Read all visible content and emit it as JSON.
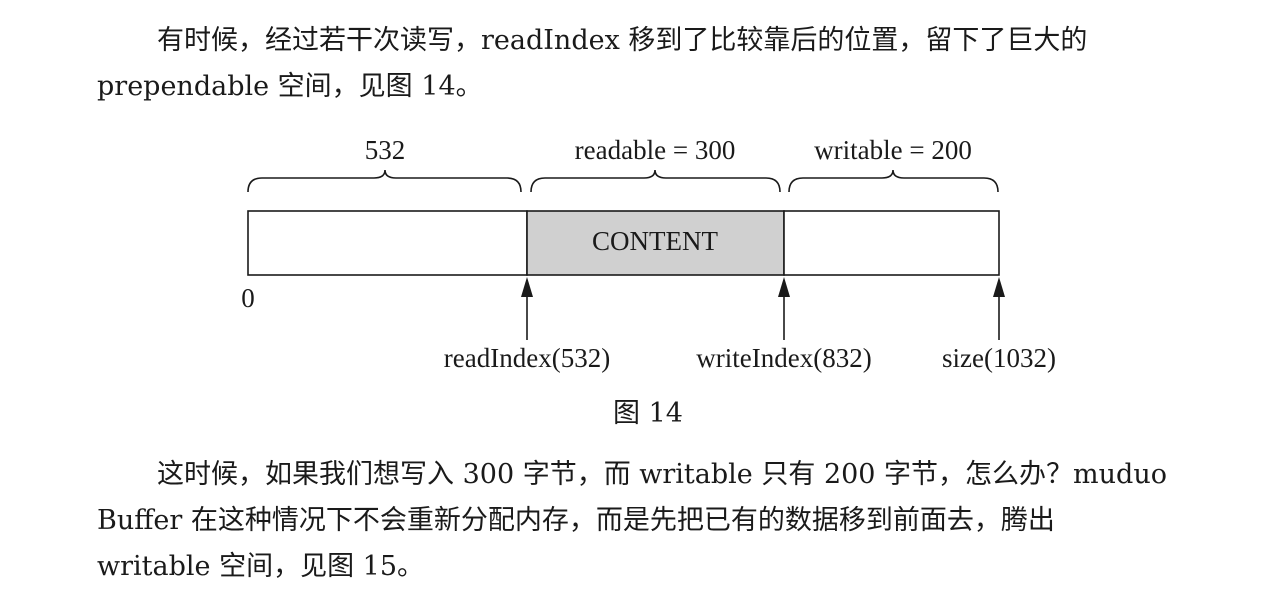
{
  "paragraph_top": {
    "line1": "有时候，经过若干次读写，readIndex 移到了比较靠后的位置，留下了巨大的",
    "line2": "prependable 空间，见图 14。"
  },
  "figure": {
    "brace_prepend_label": "532",
    "brace_readable_label": "readable = 300",
    "brace_writable_label": "writable = 200",
    "content_label": "CONTENT",
    "zero_label": "0",
    "read_index_label": "readIndex(532)",
    "write_index_label": "writeIndex(832)",
    "size_label": "size(1032)",
    "content_fill": "#d0d0d0",
    "caption": "图 14"
  },
  "paragraph_bottom": {
    "line1": "这时候，如果我们想写入 300 字节，而 writable 只有 200 字节，怎么办？muduo",
    "line2": "Buffer 在这种情况下不会重新分配内存，而是先把已有的数据移到前面去，腾出",
    "line3": "writable 空间，见图 15。"
  }
}
